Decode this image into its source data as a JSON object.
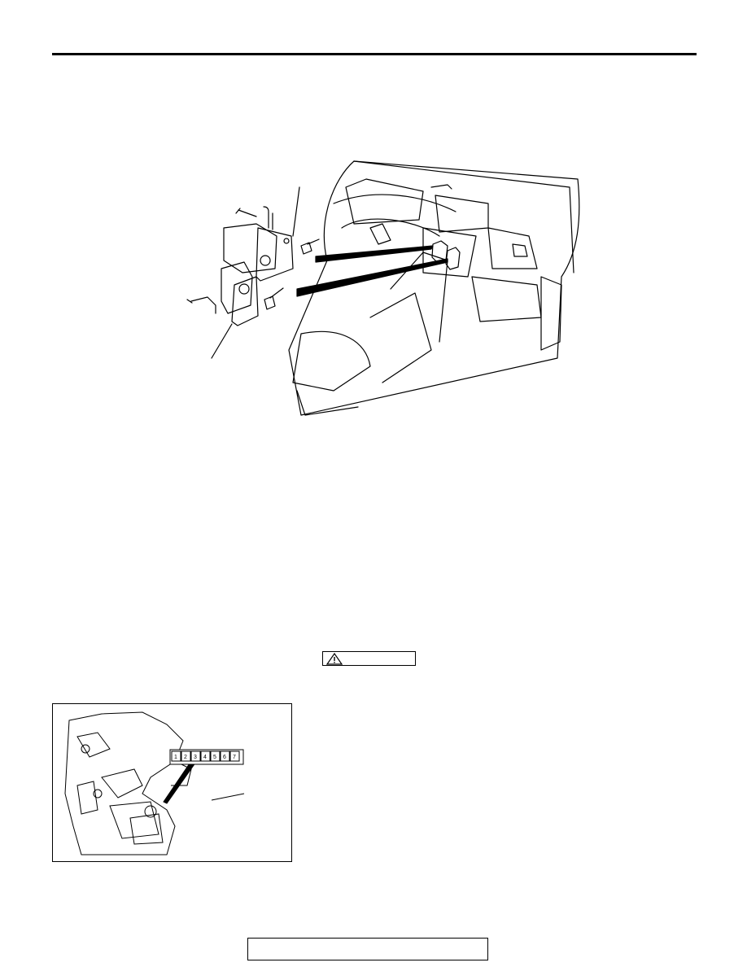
{
  "connector": {
    "pins": [
      "1",
      "2",
      "3",
      "4",
      "5",
      "6",
      "7"
    ]
  },
  "icons": {
    "caution": "warning-triangle-icon"
  }
}
